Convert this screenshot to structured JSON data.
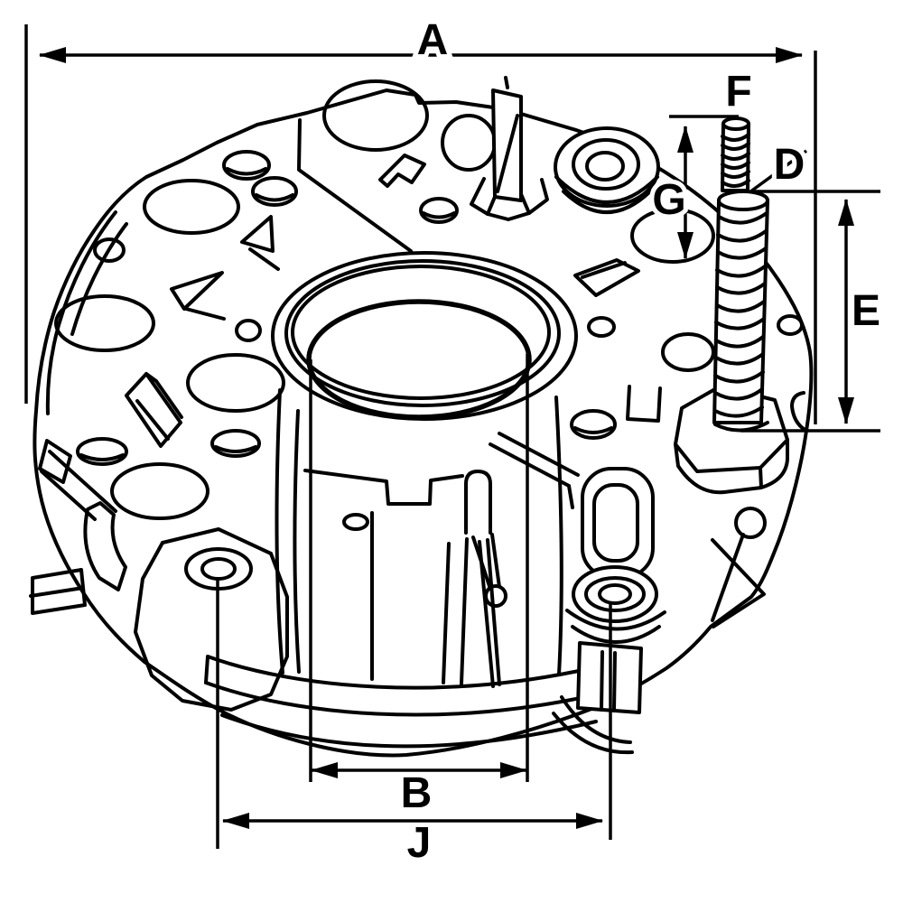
{
  "figure": {
    "kind": "technical line drawing",
    "subject": "alternator rectifier plate, perspective view with dimension callouts",
    "colors": {
      "line": "#000000",
      "background": "#ffffff"
    }
  },
  "dims": {
    "A": {
      "label": "A",
      "orientation": "horizontal",
      "position": "top overall width"
    },
    "B": {
      "label": "B",
      "orientation": "horizontal",
      "position": "lower center bore width"
    },
    "D": {
      "label": "D",
      "orientation": "callout",
      "position": "threaded stud tip"
    },
    "E": {
      "label": "E",
      "orientation": "vertical",
      "position": "right stud height"
    },
    "F": {
      "label": "F",
      "orientation": "callout",
      "position": "upper stud top"
    },
    "G": {
      "label": "G",
      "orientation": "vertical",
      "position": "upper stud height above plate"
    },
    "J": {
      "label": "J",
      "orientation": "horizontal",
      "position": "bottom mounting hole spacing"
    }
  }
}
